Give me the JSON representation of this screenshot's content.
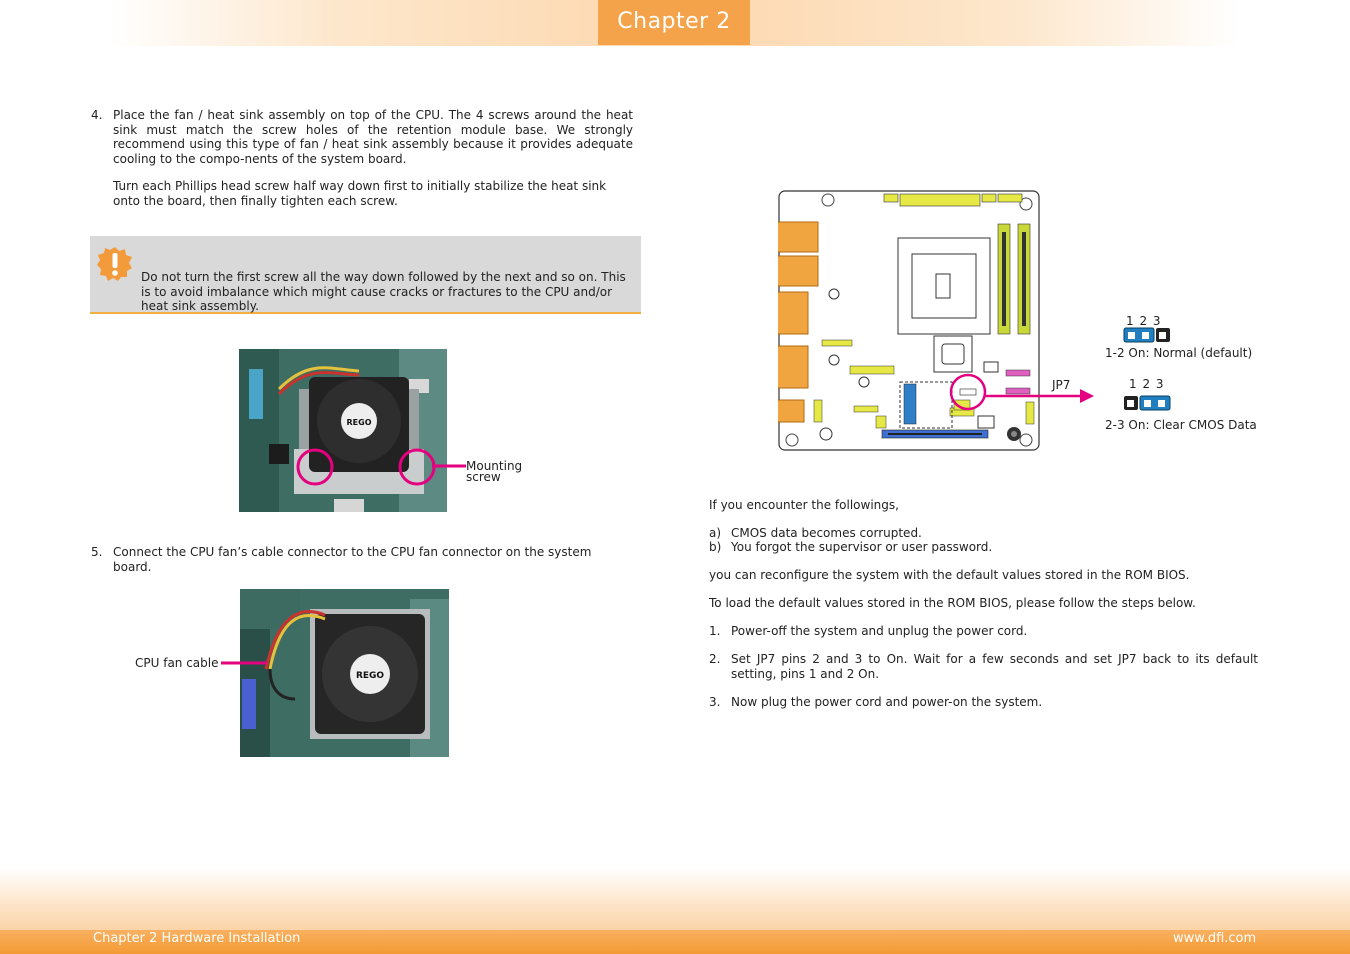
{
  "header": {
    "chapter": "Chapter 2"
  },
  "step4": {
    "number": "4.",
    "text": "Place the fan / heat sink assembly on top of the CPU. The 4 screws around the heat sink must match the screw holes of the retention module base. We strongly recommend using this type of fan / heat sink assembly because it provides adequate cooling to the compo-nents of the system board.",
    "text2": "Turn each Phillips head screw half way down first to initially stabilize the heat sink onto the board, then finally tighten each screw."
  },
  "note": {
    "text": "Do not turn the first screw all the way down followed by the next and so on. This is to avoid imbalance which might cause cracks or fractures to the CPU and/or heat sink assembly."
  },
  "photo1": {
    "label_line1": "Mounting",
    "label_line2": "screw",
    "brand": "REGO"
  },
  "step5": {
    "number": "5.",
    "text": "Connect the CPU fan’s cable connector to the CPU fan connector on the system board."
  },
  "photo2": {
    "label": "CPU fan cable",
    "brand": "REGO"
  },
  "jumper": {
    "name": "JP7",
    "pins": "1  2  3",
    "setting1": "1-2 On: Normal (default)",
    "setting2": "2-3 On: Clear CMOS Data",
    "colors": {
      "cap": "#1f7fc0",
      "pin": "#222222",
      "arrow": "#e4007f"
    }
  },
  "right": {
    "intro": "If you encounter the followings,",
    "a_label": "a)",
    "a_text": "CMOS data becomes corrupted.",
    "b_label": "b)",
    "b_text": "You forgot the supervisor or user password.",
    "p1": "you can reconfigure the system with the default values stored in the ROM BIOS.",
    "p2": "To load the default values stored in the ROM BIOS, please follow the steps below.",
    "s1_num": "1.",
    "s1": "Power-off the system and unplug the power cord.",
    "s2_num": "2.",
    "s2": "Set JP7 pins 2 and 3 to On. Wait for a few seconds and set JP7 back to its default setting, pins 1 and 2 On.",
    "s3_num": "3.",
    "s3": "Now plug the power cord and power-on the system."
  },
  "footer": {
    "left": "Chapter 2 Hardware Installation",
    "right": "www.dfi.com"
  }
}
